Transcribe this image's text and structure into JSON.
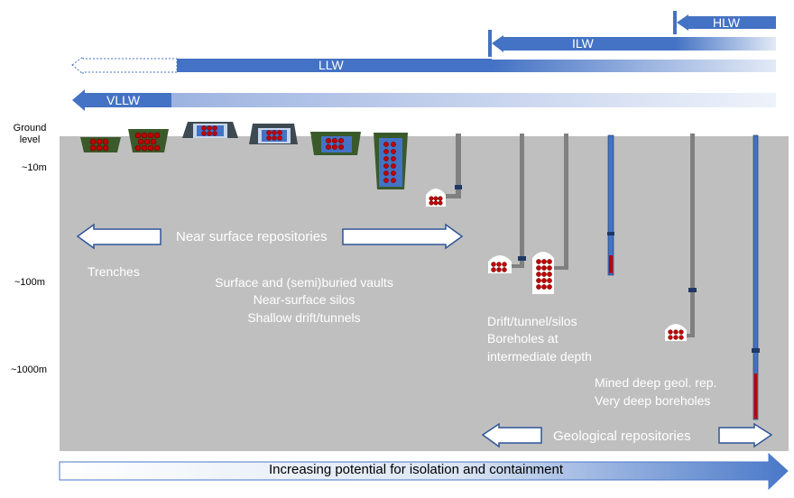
{
  "waste_classes": {
    "hlw": "HLW",
    "ilw": "ILW",
    "llw": "LLW",
    "vllw": "VLLW"
  },
  "depth_labels": {
    "ground_level": "Ground level",
    "d10": "~10m",
    "d100": "~100m",
    "d1000": "~1000m"
  },
  "near_surface": {
    "title": "Near surface repositories",
    "trenches": "Trenches",
    "vaults": "Surface and (semi)buried vaults",
    "silos": "Near-surface silos",
    "drift": "Shallow drift/tunnels"
  },
  "intermediate": {
    "line1": "Drift/tunnel/silos",
    "line2": "Boreholes at",
    "line3": "intermediate depth"
  },
  "deep": {
    "line1": "Mined deep geol. rep.",
    "line2": "Very deep boreholes"
  },
  "geological": {
    "title": "Geological repositories"
  },
  "bottom_arrow": {
    "label": "Increasing potential for isolation and containment"
  },
  "colors": {
    "blue": "#4472c4",
    "ground": "#bfbfbf",
    "container": "#c00000",
    "trench_green": "#3a5a2a"
  }
}
